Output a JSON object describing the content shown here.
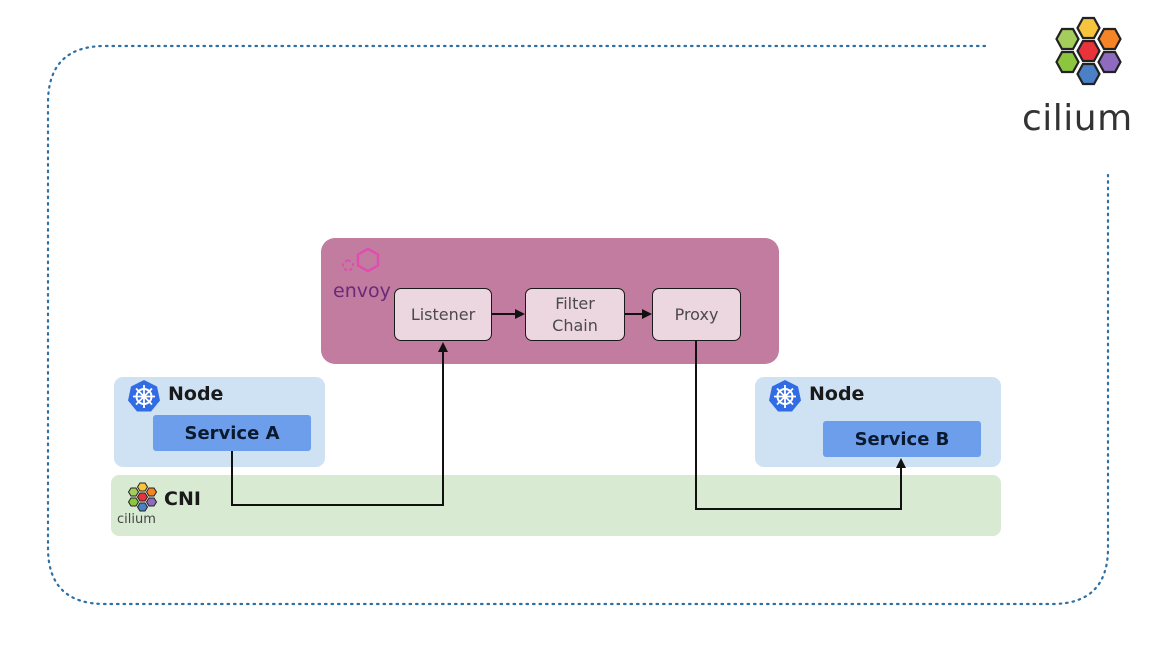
{
  "logo": {
    "text": "cilium",
    "hex_colors": [
      "#f7c53d",
      "#8cc63f",
      "#e8333b",
      "#f58426",
      "#8e6bbf",
      "#4b7fc6",
      "#a4cd5e"
    ]
  },
  "envoy": {
    "brand": "envoy",
    "color": "#c17c9f"
  },
  "pipeline": {
    "listener": "Listener",
    "filter_chain_line1": "Filter",
    "filter_chain_line2": "Chain",
    "proxy": "Proxy"
  },
  "left_node": {
    "title": "Node",
    "service": "Service A"
  },
  "right_node": {
    "title": "Node",
    "service": "Service B"
  },
  "cni": {
    "title": "CNI",
    "sub": "cilium"
  },
  "colors": {
    "envoy_panel": "#c17c9f",
    "envoy_box": "#ecd6e0",
    "node_panel": "#cfe2f3",
    "service": "#6d9eeb",
    "cni_band": "#d9ead3",
    "dotted_border": "#2e6fa3",
    "k8s_blue": "#326ce5"
  }
}
